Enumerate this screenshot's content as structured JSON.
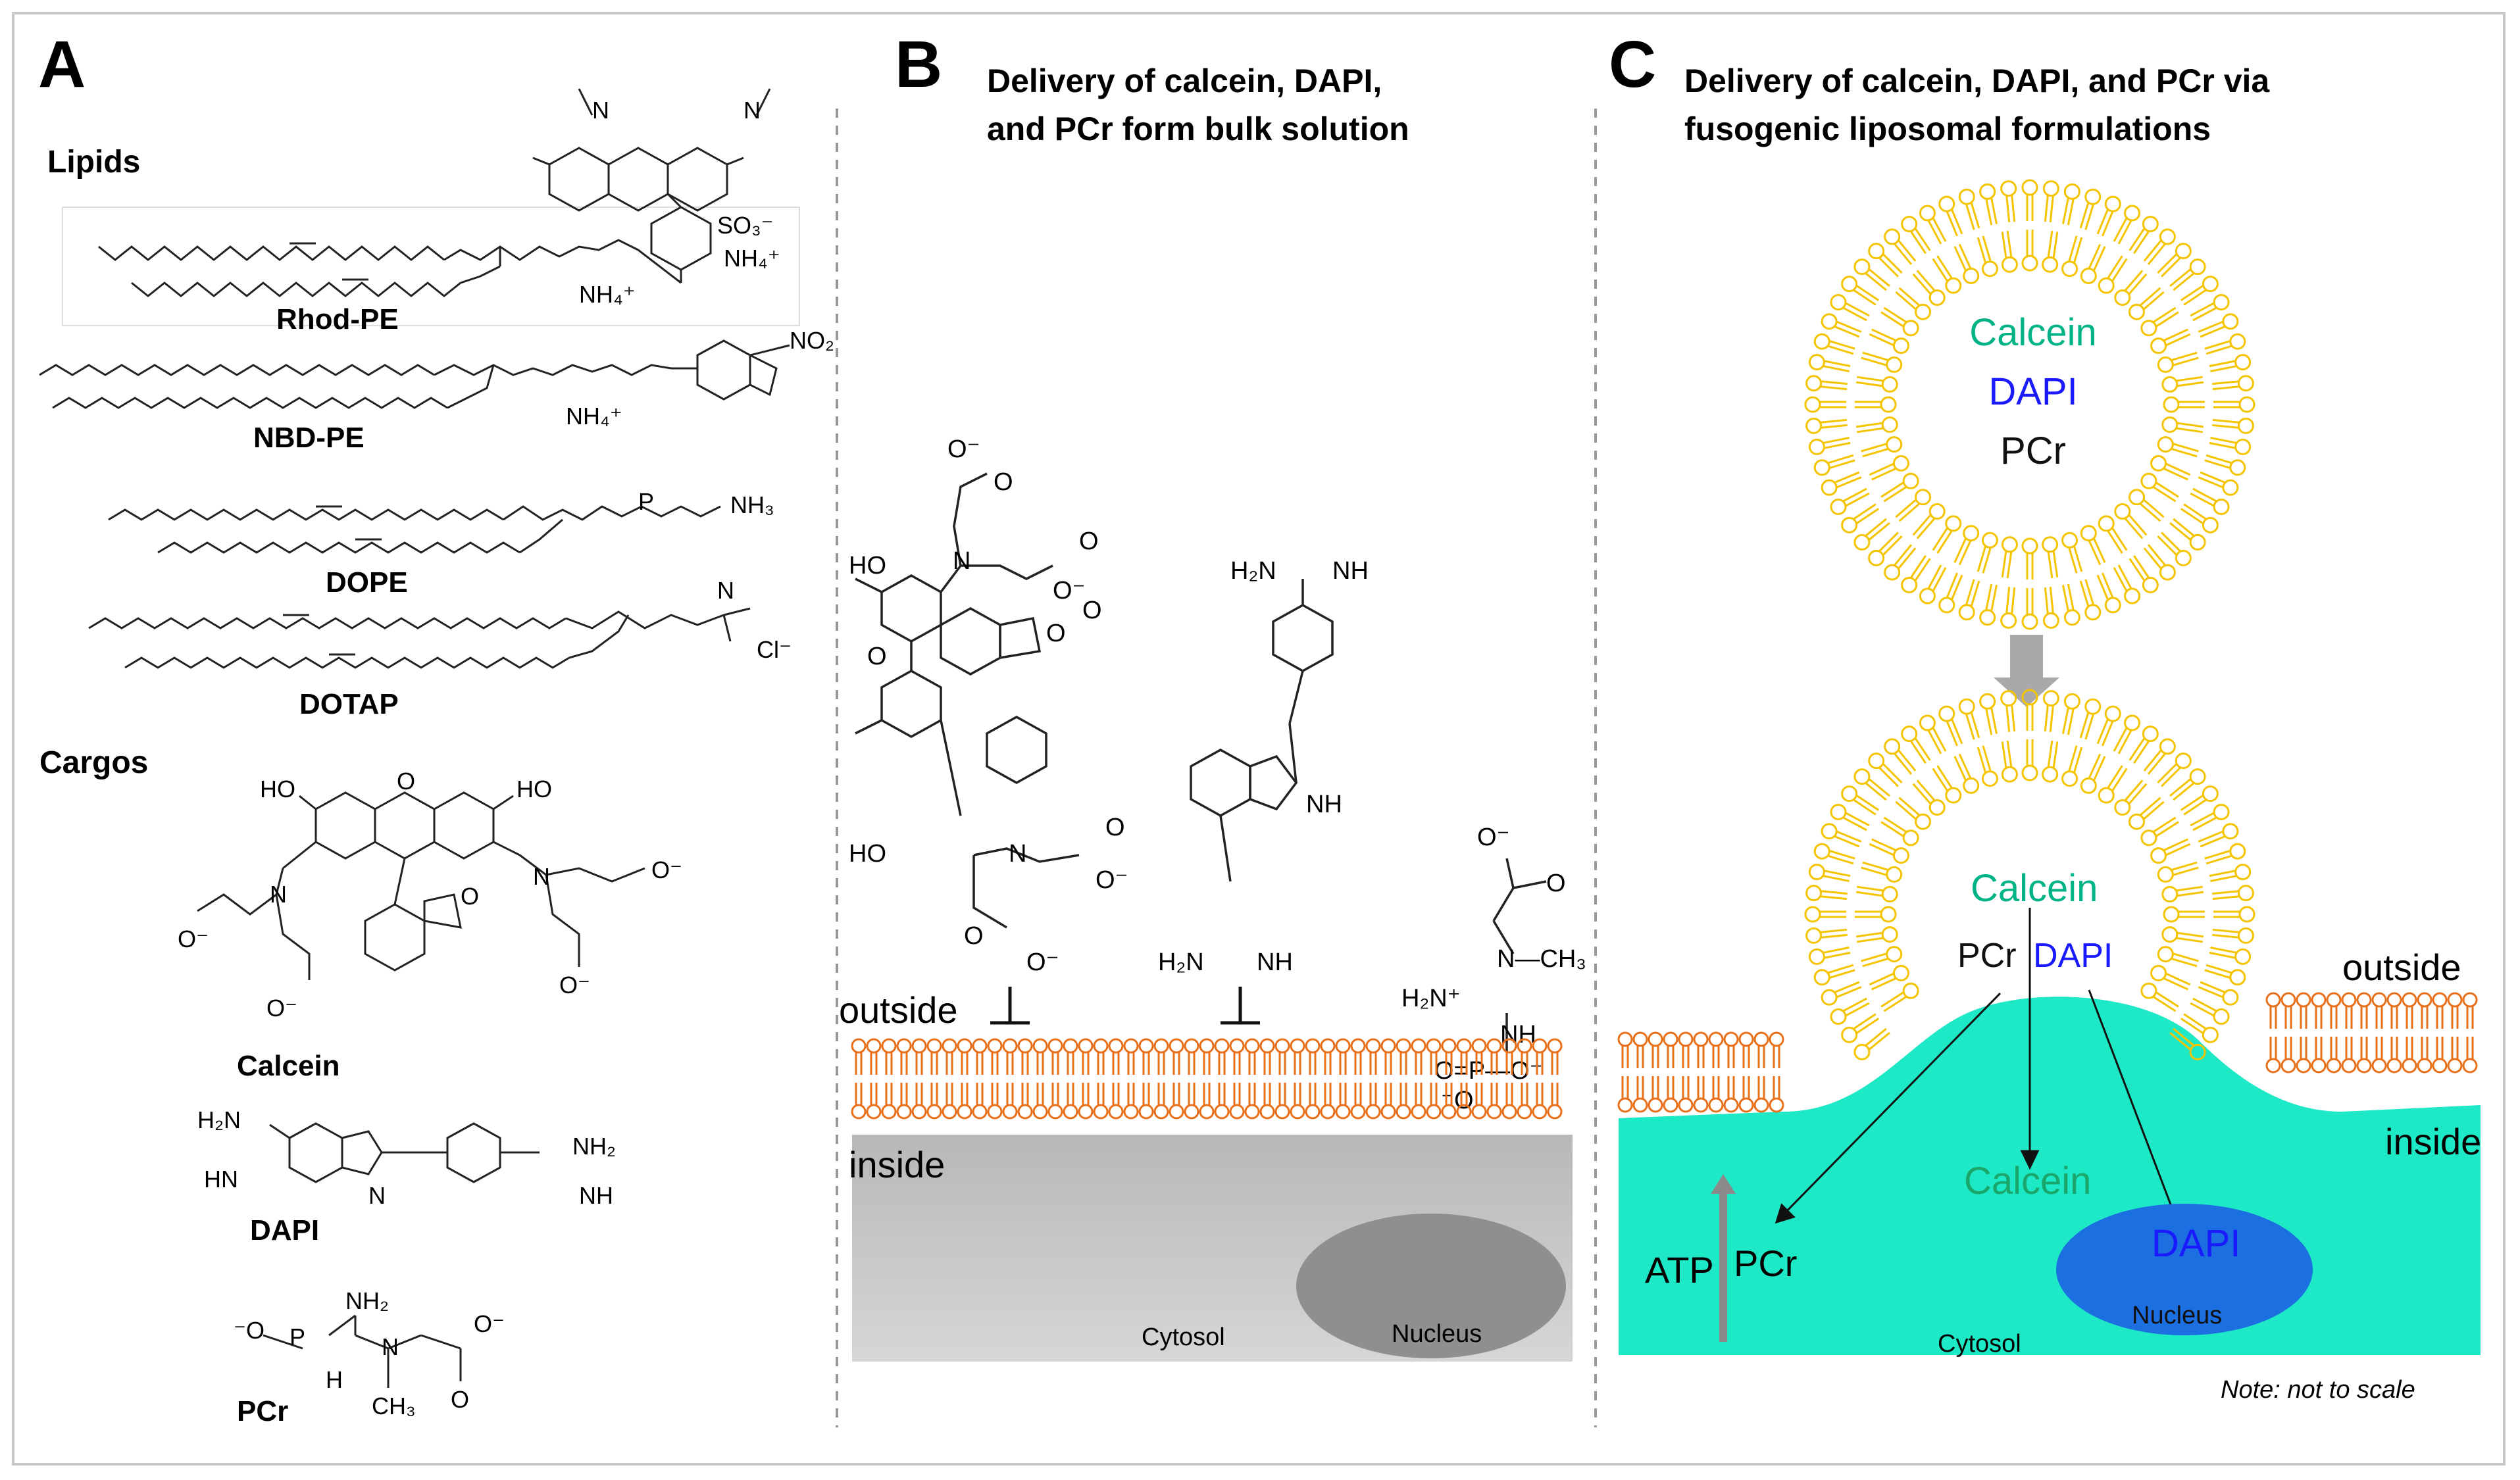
{
  "panel_a": {
    "letter": "A",
    "lipids_heading": "Lipids",
    "cargos_heading": "Cargos",
    "lipids": [
      "Rhod-PE",
      "NBD-PE",
      "DOPE",
      "DOTAP"
    ],
    "cargos": [
      "Calcein",
      "DAPI",
      "PCr"
    ]
  },
  "panel_b": {
    "letter": "B",
    "title_line1": "Delivery of calcein, DAPI,",
    "title_line2": "and PCr form bulk solution",
    "outside": "outside",
    "inside": "inside",
    "cytosol": "Cytosol",
    "nucleus": "Nucleus"
  },
  "panel_c": {
    "letter": "C",
    "title_line1": "Delivery of calcein, DAPI, and PCr via",
    "title_line2": "fusogenic liposomal formulations",
    "lipo_calcein": "Calcein",
    "lipo_dapi": "DAPI",
    "lipo_pcr": "PCr",
    "fused_calcein": "Calcein",
    "fused_pcr": "PCr",
    "fused_dapi": "DAPI",
    "outside": "outside",
    "inside": "inside",
    "cell_calcein": "Calcein",
    "cell_dapi": "DAPI",
    "cell_nucleus": "Nucleus",
    "cell_pcr": "PCr",
    "atp": "ATP",
    "cytosol": "Cytosol",
    "note": "Note: not to scale"
  },
  "colors": {
    "calcein": "#00b386",
    "dapi": "#1a1aff",
    "lipid_head_orange": "#e8701a",
    "lipid_yellow": "#f5c400",
    "cytosol_teal": "#1de9c6",
    "cytosol_grey": "#c8c8c8",
    "nucleus_grey": "#8a8a8a",
    "nucleus_blue": "#1c6fe0"
  },
  "chem_atoms": {
    "ho": "HO",
    "n": "N",
    "o": "O",
    "o_minus": "O⁻",
    "h2n": "H₂N",
    "nh": "NH",
    "nh2": "NH₂",
    "hn": "HN",
    "h": "H",
    "ch3": "CH₃",
    "p": "P",
    "so3": "SO₃⁻",
    "nh4": "NH₄⁺",
    "no2": "NO₂",
    "nh3": "NH₃",
    "cl": "Cl⁻",
    "n_me": "N—CH₃",
    "h2n_plus": "H₂N⁺",
    "o_p_o": "O=P—O⁻",
    "o_minus_plain": "⁻O"
  }
}
